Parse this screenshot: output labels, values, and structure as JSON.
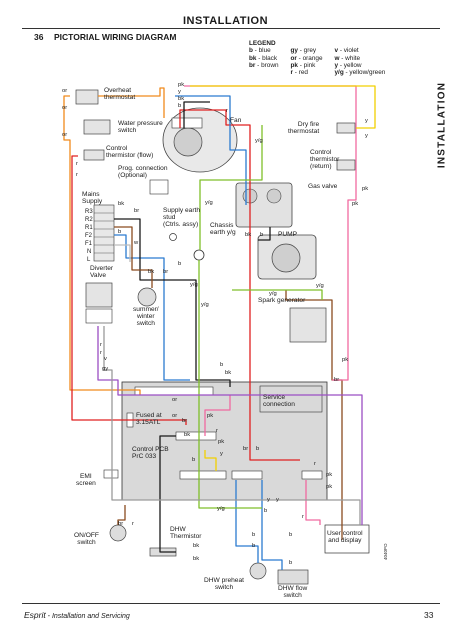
{
  "header": {
    "title": "INSTALLATION"
  },
  "side_title": "INSTALLATION",
  "section": {
    "number": "36",
    "title": "PICTORIAL WIRING DIAGRAM"
  },
  "legend": {
    "title": "LEGEND",
    "entries": [
      {
        "code": "b",
        "name": "blue"
      },
      {
        "code": "bk",
        "name": "black"
      },
      {
        "code": "br",
        "name": "brown"
      },
      {
        "code": "gy",
        "name": "grey"
      },
      {
        "code": "or",
        "name": "orange"
      },
      {
        "code": "pk",
        "name": "pink"
      },
      {
        "code": "r",
        "name": "red"
      },
      {
        "code": "v",
        "name": "violet"
      },
      {
        "code": "w",
        "name": "white"
      },
      {
        "code": "y",
        "name": "yellow"
      },
      {
        "code": "y/g",
        "name": "yellow/green"
      }
    ]
  },
  "components": {
    "overheat": "Overheat\nthermostat",
    "water_pressure": "Water pressure\nswitch",
    "control_thermistor_flow": "Control\nthermistor (flow)",
    "prog_connection": "Prog. connection\n(Optional)",
    "fan": "Fan",
    "dry_fire": "Dry fire\nthermostat",
    "control_thermistor_return": "Control\nthermistor\n(return)",
    "gas_valve": "Gas valve",
    "mains_supply": "Mains\nSupply",
    "supply_earth": "Supply earth\nstud\n(Ctrls. assy)",
    "chassis_earth": "Chassis\nearth y/g",
    "pump": "PUMP",
    "diverter_valve": "Diverter\nValve",
    "summer_winter": "summer/\nwinter\nswitch",
    "spark_generator": "Spark generator",
    "service_connection": "Service\nconnection",
    "fused": "Fused at\n3.15ATL",
    "control_pcb": "Control PCB\nPrC 033",
    "emi_screen": "EMI\nscreen",
    "on_off": "ON/OFF\nswitch",
    "dhw_thermistor": "DHW\nThermistor",
    "dhw_preheat": "DHW preheat\nswitch",
    "dhw_flow": "DHW flow\nswitch",
    "user_control": "User control\nand display"
  },
  "terminals": [
    "R3",
    "R2",
    "R1",
    "F2",
    "F1",
    "N",
    "L"
  ],
  "wire_labels": {
    "or": "or",
    "r": "r",
    "b": "b",
    "bk": "bk",
    "br": "br",
    "w": "w",
    "y": "y",
    "yg": "y/g",
    "pk": "pk",
    "gy": "gy",
    "v": "v"
  },
  "colors": {
    "blue": "#2b7bd0",
    "black": "#1a1a1a",
    "brown": "#8a4b1f",
    "grey": "#9a9a9a",
    "orange": "#f08a1c",
    "pink": "#f06aa0",
    "red": "#e02020",
    "violet": "#9b4fc4",
    "white": "#d8d8d8",
    "yellow": "#f2d000",
    "yellowgreen": "#7fbf2a",
    "panel": "#d9d9d9"
  },
  "footer": {
    "left_title": "Esprit",
    "left_sub": " - Installation and Servicing",
    "page": "33"
  },
  "ref_code": "4040PO"
}
